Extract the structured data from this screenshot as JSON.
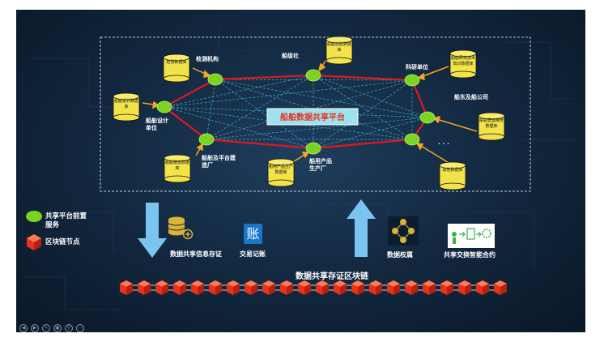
{
  "colors": {
    "node_green": "#7dd321",
    "db_yellow": "#f2e34a",
    "link_red": "#e3181c",
    "link_blue": "#36c2e6",
    "db_arrow": "#f5a623",
    "block_red": "#e8331c",
    "big_arrow": "#7cc4f0"
  },
  "diagram": {
    "platform_title": "船舶数据共享平台",
    "nodes": {
      "inspection": "检测机构",
      "classification": "船级社",
      "research": "科研单位",
      "design": "船舶设计单位",
      "shipowner": "船东及船公司",
      "builder": "船舶及平台建造厂",
      "products": "船用产品生产厂",
      "ellipsis": "· · ·"
    },
    "databases": {
      "inspection_db": "检测数据库",
      "classification_db": "船舶检验数据库",
      "research_db": "船舶研究技术知识数据库",
      "design_db": "船舶设计数据库",
      "shipowner_db": "船舶营运维修数据库",
      "builder_db": "船舶建造数据库",
      "products_db": "船用产品生产数据库",
      "other_db": "其他数据库"
    }
  },
  "legend": {
    "node_label": "共享平台前置服务",
    "block_label": "区块链节点"
  },
  "bottom": {
    "store_label": "数据共享信息存证",
    "ledger_glyph": "账",
    "ledger_label": "交易记账",
    "rights_label": "数据权属",
    "contract_label": "共享交换智能合约",
    "chain_title": "数据共享存证区块链"
  },
  "controls": [
    "previous-icon",
    "next-icon",
    "pen-icon",
    "slides-icon",
    "zoom-icon",
    "more-icon"
  ]
}
